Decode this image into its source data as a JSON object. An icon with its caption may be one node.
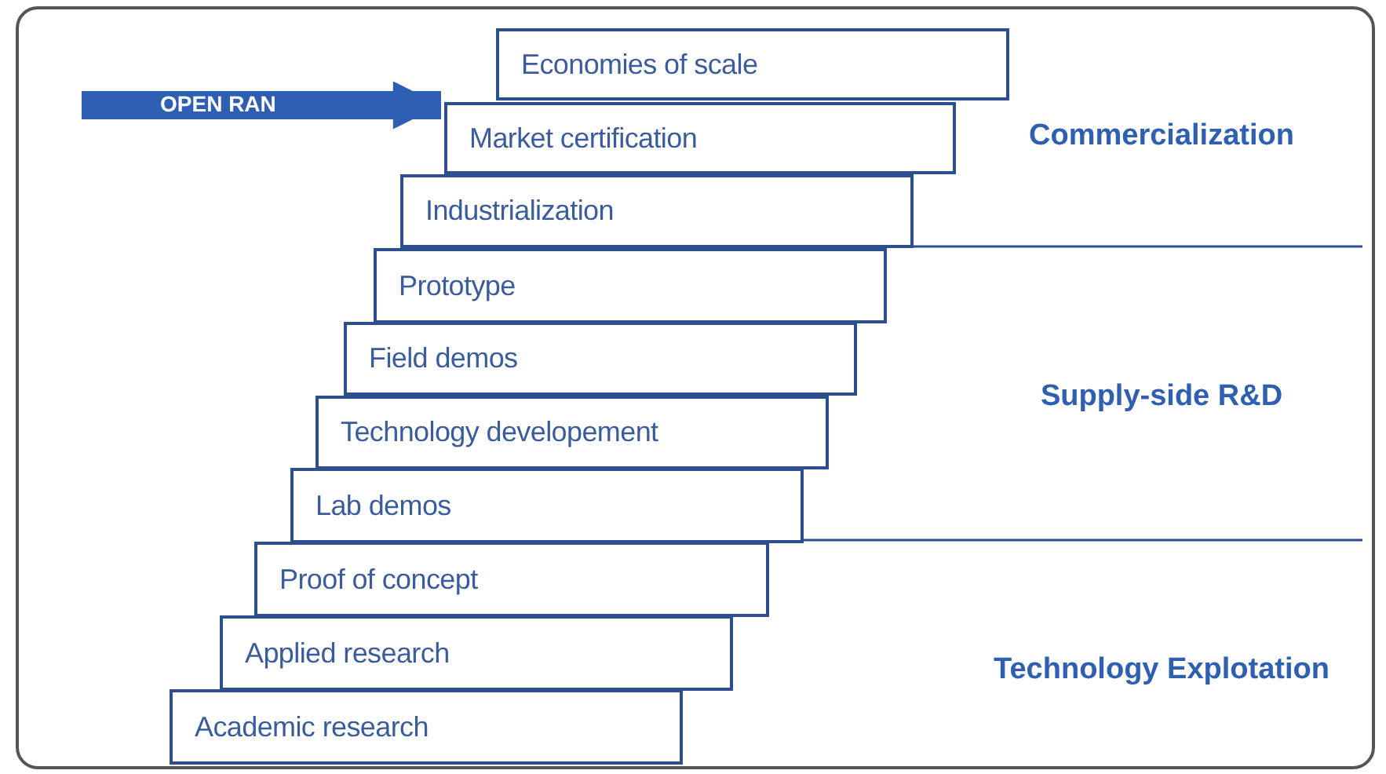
{
  "diagram": {
    "nodes": [
      {
        "text": [
          "Economies of scale"
        ]
      },
      {
        "text": [
          "Market certification"
        ]
      },
      {
        "text": [
          "Industrialization"
        ]
      },
      {
        "text": [
          "Prototype"
        ]
      },
      {
        "text": [
          "Field demos"
        ]
      },
      {
        "text": [
          "Technology developement"
        ]
      },
      {
        "text": [
          "Lab demos"
        ]
      },
      {
        "text": [
          "Proof of concept"
        ]
      },
      {
        "text": [
          "Applied research"
        ]
      },
      {
        "text": [
          "Academic research"
        ]
      }
    ],
    "edges": [
      {
        "from": null,
        "to": 1,
        "arrow": "to",
        "label": "OPEN RAN"
      }
    ],
    "labels": [
      "Commercialization",
      "Supply-side R&D",
      "Technology Explotation"
    ]
  }
}
